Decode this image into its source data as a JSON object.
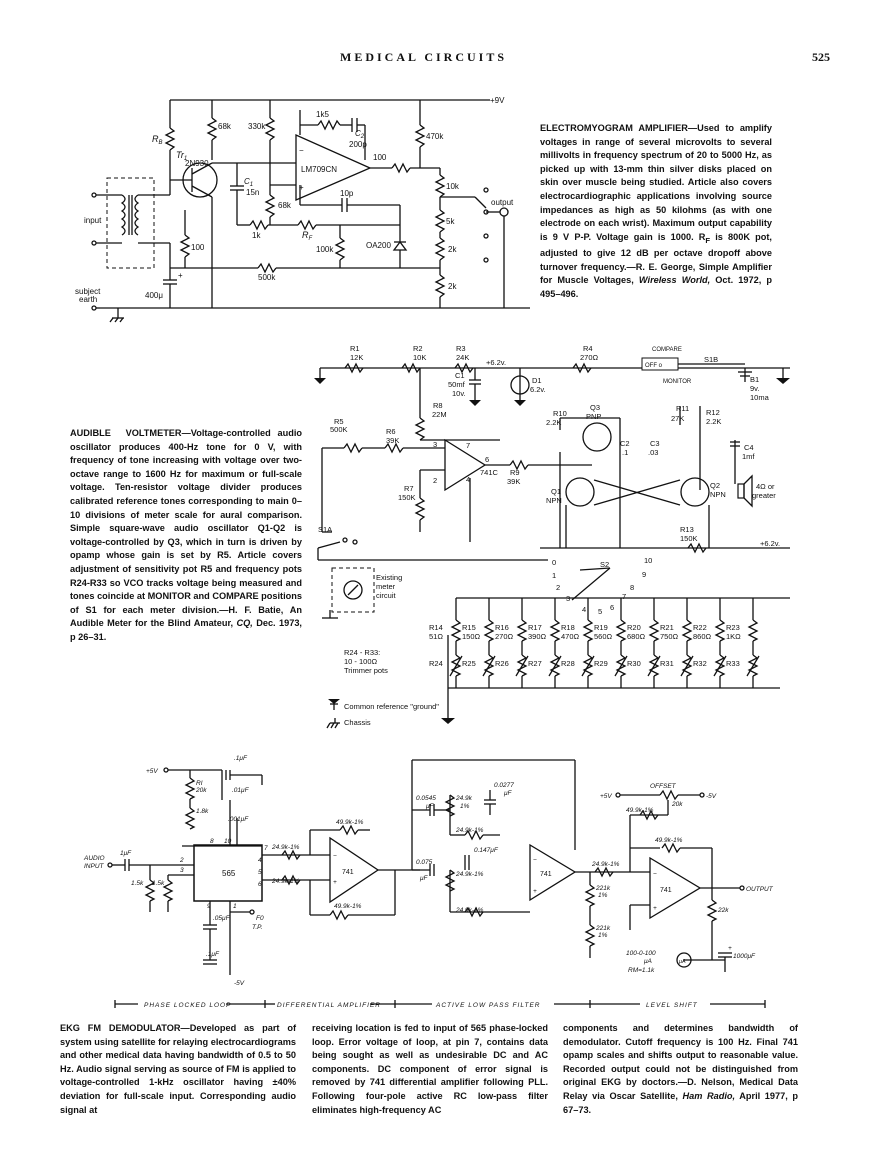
{
  "header": {
    "title": "MEDICAL CIRCUITS",
    "page_number": "525"
  },
  "emg": {
    "caption": {
      "title": "ELECTROMYOGRAM AMPLIFIER",
      "body": "—Used to amplify voltages in range of several microvolts to several millivolts in frequency spectrum of 20 to 5000 Hz, as picked up with 13-mm thin silver disks placed on skin over muscle being studied. Article also covers electrocardiographic applications involving source impedances as high as 50 kilohms (as with one electrode on each wrist). Maximum output capability is 9 V P-P. Voltage gain is 1000. R",
      "sub": "F",
      "body2": " is 800K pot, adjusted to give 12 dB per octave dropoff above turnover frequency.—R. E. George, Simple Amplifier for Muscle Voltages, ",
      "journal": "Wireless World,",
      "ref": " Oct. 1972, p 495–496."
    },
    "labels": {
      "supply": "+9V",
      "rb": "R",
      "rb_sub": "B",
      "r68k": "68k",
      "r330k": "330k",
      "r1k5": "1k5",
      "c2": "C",
      "c2_sub": "2",
      "c2_val": "200p",
      "r470k": "470k",
      "tr1": "Tr",
      "tr1_sub": "1",
      "tr1_type": "2N930",
      "c1": "C",
      "c1_sub": "1",
      "c1_val": "15n",
      "opamp": "LM709CN",
      "r100": "100",
      "r10k": "10k",
      "output": "output",
      "c10p": "10p",
      "r68k2": "68k",
      "input": "input",
      "r5k": "5k",
      "r1k": "1k",
      "rf": "R",
      "rf_sub": "F",
      "r100a": "100",
      "r100k": "100k",
      "diode": "OA200",
      "r2k": "2k",
      "r500k": "500k",
      "subject": "subject",
      "earth": "earth",
      "c400": "400μ",
      "r2k2": "2k",
      "plus": "+",
      "minus": "−"
    }
  },
  "voltmeter": {
    "caption": {
      "title": "AUDIBLE VOLTMETER",
      "body": "—Voltage-controlled audio oscillator produces 400-Hz tone for 0 V, with frequency of tone increasing with voltage over two-octave range to 1600 Hz for maximum or full-scale voltage. Ten-resistor voltage divider produces calibrated reference tones corresponding to main 0–10 divisions of meter scale for aural comparison. Simple square-wave audio oscillator Q1-Q2 is voltage-controlled by Q3, which in turn is driven by opamp whose gain is set by R5. Article covers adjustment of sensitivity pot R5 and frequency pots R24-R33 so VCO tracks voltage being measured and tones coincide at MONITOR and COMPARE positions of S1 for each meter division.—H. F. Batie, An Audible Meter for the Blind Amateur, ",
      "journal": "CQ,",
      "ref": " Dec. 1973, p 26–31."
    },
    "labels": {
      "r1": "R1",
      "r1v": "12K",
      "r2": "R2",
      "r2v": "10K",
      "r3": "R3",
      "r3v": "24K",
      "v62": "+6.2v.",
      "r4": "R4",
      "r4v": "270Ω",
      "compare": "COMPARE",
      "off": "OFF o",
      "s1b": "S1B",
      "monitor": "MONITOR",
      "b1": "B1",
      "b1v": "9v.",
      "b1c": "10ma",
      "c1": "C1",
      "c1v": "50mf",
      "c1v2": "10v.",
      "d1": "D1",
      "d1v": "6.2v.",
      "r8": "R8",
      "r8v": "22M",
      "r5": "R5",
      "r5v": "500K",
      "r6": "R6",
      "r6v": "39K",
      "r10": "R10",
      "r10v": "2.2K",
      "q3": "Q3",
      "q3t": "PNP",
      "r11": "R11",
      "r11v": "27K",
      "r12": "R12",
      "r12v": "2.2K",
      "c2": "C2",
      "c2v": ".1",
      "c3": "C3",
      "c3v": ".03",
      "c4": "C4",
      "c4v": "1mf",
      "ic": "741C",
      "r9": "R9",
      "r9v": "39K",
      "r7": "R7",
      "r7v": "150K",
      "q1": "Q1",
      "q1t": "NPN",
      "q2": "Q2",
      "q2t": "NPN",
      "spk1": "4Ω or",
      "spk2": "greater",
      "r13": "R13",
      "r13v": "150K",
      "v62b": "+6.2v.",
      "s1a": "S1A",
      "s2": "S2",
      "meter1": "Existing",
      "meter2": "meter",
      "meter3": "circuit",
      "r14": "R14",
      "r14v": "51Ω",
      "r15": "R15",
      "r15v": "150Ω",
      "r16": "R16",
      "r16v": "270Ω",
      "r17": "R17",
      "r17v": "390Ω",
      "r18": "R18",
      "r18v": "470Ω",
      "r19": "R19",
      "r19v": "560Ω",
      "r20": "R20",
      "r20v": "680Ω",
      "r21": "R21",
      "r21v": "750Ω",
      "r22": "R22",
      "r22v": "860Ω",
      "r23": "R23",
      "r23v": "1KΩ",
      "r24": "R24",
      "r25": "R25",
      "r26": "R26",
      "r27": "R27",
      "r28": "R28",
      "r29": "R29",
      "r30": "R30",
      "r31": "R31",
      "r32": "R32",
      "r33": "R33",
      "trim1": "R24 - R33:",
      "trim2": "10 - 100Ω",
      "trim3": "Trimmer pots",
      "pos0": "0",
      "pos1": "1",
      "pos2": "2",
      "pos3": "3",
      "pos4": "4",
      "pos5": "5",
      "pos6": "6",
      "pos7": "7",
      "pos8": "8",
      "pos9": "9",
      "pos10": "10",
      "pin2": "2",
      "pin3": "3",
      "pin4": "4",
      "pin6": "6",
      "pin7": "7",
      "legend1": "Common reference \"ground\"",
      "legend2": "Chassis"
    }
  },
  "ekg": {
    "caption": {
      "title": "EKG FM DEMODULATOR",
      "col1": "—Developed as part of system using satellite for relaying electrocardiograms and other medical data having bandwidth of 0.5 to 50 Hz. Audio signal serving as source of FM is applied to voltage-controlled 1-kHz oscillator having ±40% deviation for full-scale input. Corresponding audio signal at",
      "col2": "receiving location is fed to input of 565 phase-locked loop. Error voltage of loop, at pin 7, contains data being sought as well as undesirable DC and AC components. DC component of error signal is removed by 741 differential amplifier following PLL. Following four-pole active RC low-pass filter eliminates high-frequency AC",
      "col3": "components and determines bandwidth of demodulator. Cutoff frequency is 100 Hz. Final 741 opamp scales and shifts output to reasonable value. Recorded output could not be distinguished from original EKG by doctors.—D. Nelson, Medical Data Relay via Oscar Satellite, ",
      "journal": "Ham Radio,",
      "ref": " April 1977, p 67–73."
    },
    "labels": {
      "v5": "+5V",
      "c1uf_top": ".1μF",
      "r20k": "20k",
      "ri": "RI",
      "r18k": "1.8k",
      "c01": ".01μF",
      "c001": ".001μF",
      "audio": "AUDIO",
      "input": "INPUT",
      "c1uf": "1μF",
      "r15a": "1.5k",
      "r15b": "1.5k",
      "pll": "565",
      "p8": "8",
      "p10": "10",
      "p7": "7",
      "p2": "2",
      "p3": "3",
      "p4": "4",
      "p5": "5",
      "p6": "6",
      "p9": "9",
      "p1": "1",
      "c05": ".05μF",
      "c1b": ".1μF",
      "m5v": "-5V",
      "fo": "F0",
      "tp": "T.P.",
      "r249a": "24.9k-1%",
      "r249b": "24.9k-1%",
      "r499a": "49.9k-1%",
      "r499b": "49.9k-1%",
      "a741": "741",
      "c0545": "0.0545",
      "muf": "μF",
      "r249c": "24.9k",
      "pct": "1%",
      "c0277": "0.0277",
      "muf2": "μF",
      "r249d": "24.9k-1%",
      "c0147": "0.147μF",
      "c075": "0.075",
      "muf3": "μF",
      "r249e": "24.9k-1%",
      "r249f": "24.9k-1%",
      "b741": "741",
      "r249g": "24.9k-1%",
      "r221a": "221k",
      "pct2": "1%",
      "r221b": "221k",
      "pct3": "1%",
      "offset": "OFFSET",
      "v5b": "+5V",
      "m5vb": "-5V",
      "r20kb": "20k",
      "r499c": "49.9k-1%",
      "r499d": "49.9k-1%",
      "c741": "741",
      "output": "OUTPUT",
      "r22k": "22k",
      "meter": "100-0-100",
      "meter2": "μA",
      "rm": "RM=1.1k",
      "c1000": "1000μF",
      "mu": "μA",
      "plus": "+",
      "minus": "−",
      "sec1": "PHASE LOCKED LOOP",
      "sec2": "DIFFERENTIAL AMPLIFIER",
      "sec3": "ACTIVE LOW PASS FILTER",
      "sec4": "LEVEL SHIFT"
    }
  }
}
